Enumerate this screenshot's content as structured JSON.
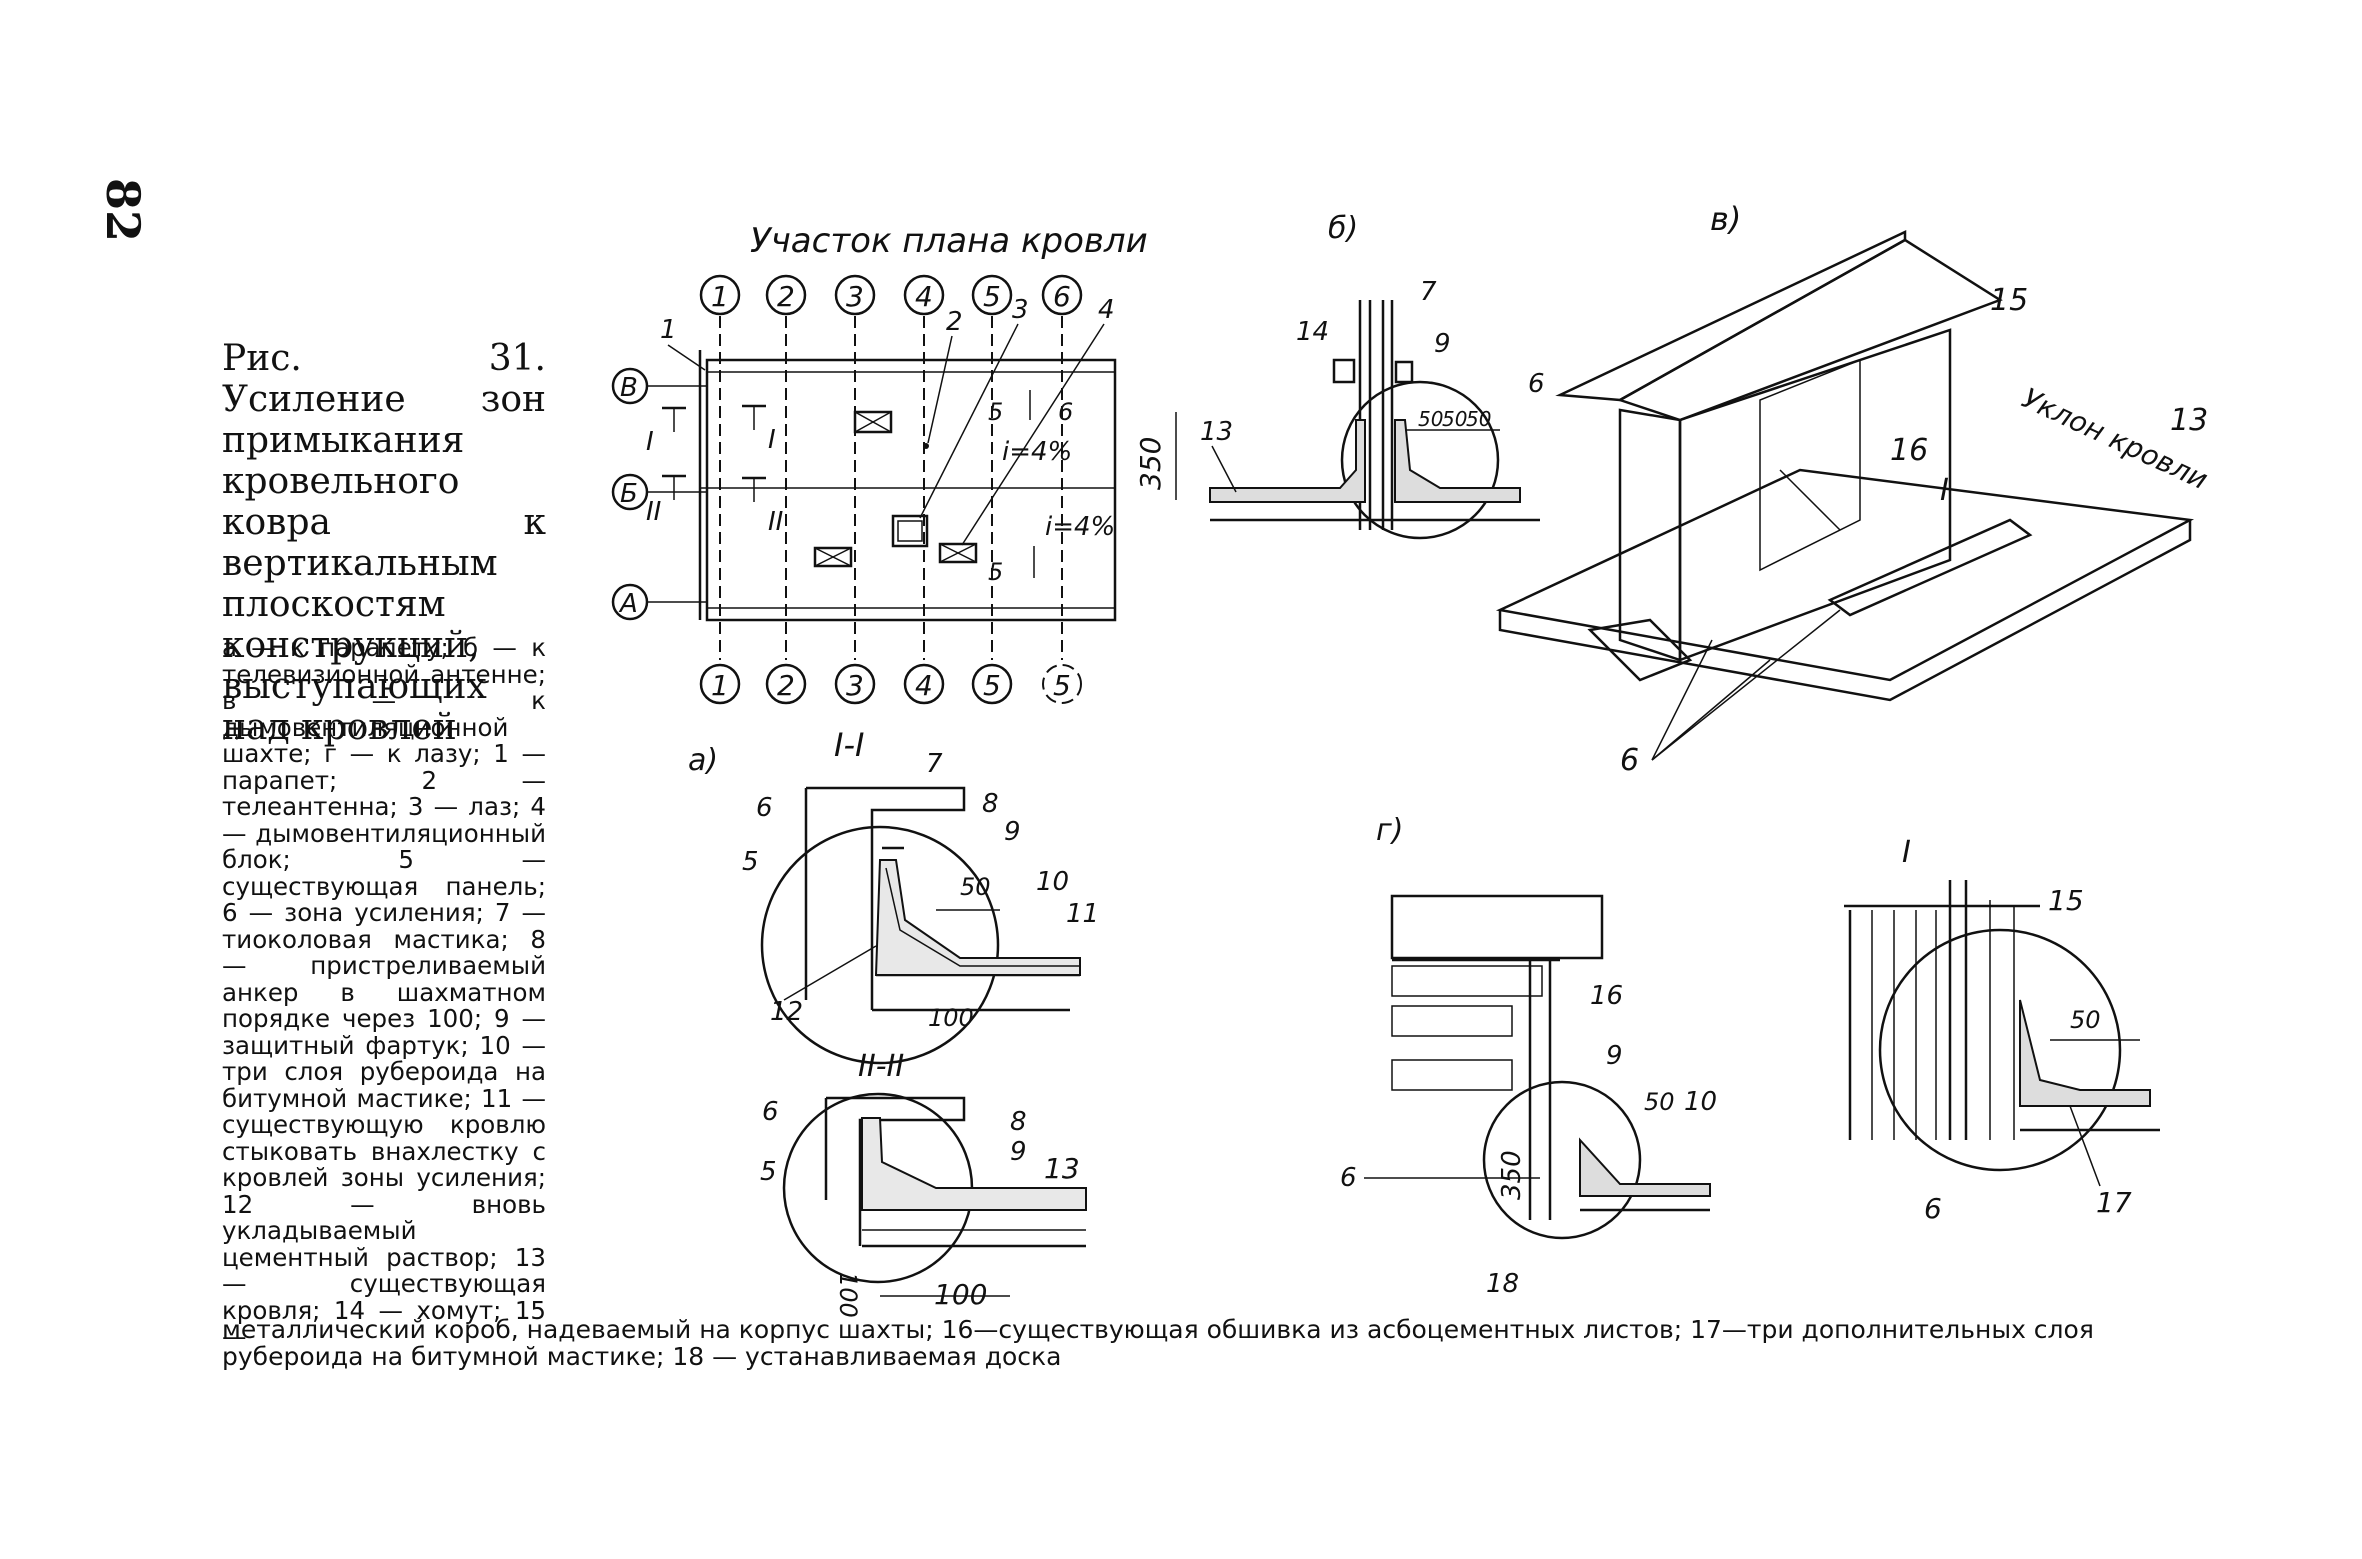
{
  "page_number": "82",
  "caption": {
    "title": "Рис. 31. Усиление зон примыкания кровельного ковра к вертикальным плоскостям конструкций, выступающих над кровлей",
    "body": "а — к парапету; б — к телевизионной антенне; в — к дымовентиляционной шахте; г — к лазу; 1 — парапет; 2 — телеантенна; 3 — лаз; 4 — дымовентиляционный блок; 5 — существующая панель; 6 — зона усиления; 7 — тиоколовая мастика; 8 — пристреливаемый анкер в шахматном порядке через 100; 9 — защитный фартук; 10 — три слоя рубероида на битумной мастике; 11 — существующую кровлю стыковать внахлестку с кровлей зоны усиления; 12 — вновь укладываемый цементный раствор; 13 — существующая кровля; 14 — хомут; 15 —",
    "tail": "металлический короб, надеваемый на корпус шахты; 16—существующая обшивка из асбоцементных листов; 17—три дополнительных слоя рубероида на битумной мастике; 18 — устанавливаемая доска"
  },
  "plan": {
    "title": "Участок плана кровли",
    "axes_top": [
      "1",
      "2",
      "3",
      "4",
      "5",
      "6"
    ],
    "axes_bottom": [
      "1",
      "2",
      "3",
      "4",
      "5",
      "5"
    ],
    "axes_left": [
      "В",
      "Б",
      "А"
    ],
    "callouts": [
      "1",
      "2",
      "3",
      "4"
    ],
    "slopes": [
      "i=4%",
      "i=4%"
    ],
    "sections": [
      "I",
      "I",
      "II",
      "II"
    ],
    "panel_labels": [
      "5",
      "6",
      "5"
    ]
  },
  "fig_a": {
    "label": "а)",
    "section_1": {
      "title": "I-I",
      "callouts": [
        "6",
        "5",
        "7",
        "8",
        "9",
        "10",
        "11",
        "12"
      ],
      "dims": [
        "50",
        "100"
      ]
    },
    "section_2": {
      "title": "II-II",
      "callouts": [
        "6",
        "5",
        "8",
        "9",
        "13"
      ],
      "dims": [
        "100",
        "100"
      ]
    }
  },
  "fig_b": {
    "label": "б)",
    "callouts": [
      "14",
      "7",
      "9",
      "6",
      "13"
    ],
    "dims": [
      "350",
      "50",
      "50",
      "50"
    ]
  },
  "fig_v": {
    "label": "в)",
    "callouts": [
      "15",
      "13",
      "16",
      "I",
      "6"
    ],
    "slope_text": "Уклон кровли"
  },
  "fig_g": {
    "label": "г)",
    "callouts": [
      "16",
      "9",
      "10",
      "6",
      "18"
    ],
    "dims": [
      "50",
      "350"
    ]
  },
  "detail_I": {
    "label": "I",
    "callouts": [
      "15",
      "6",
      "17"
    ],
    "dims": [
      "50"
    ]
  }
}
